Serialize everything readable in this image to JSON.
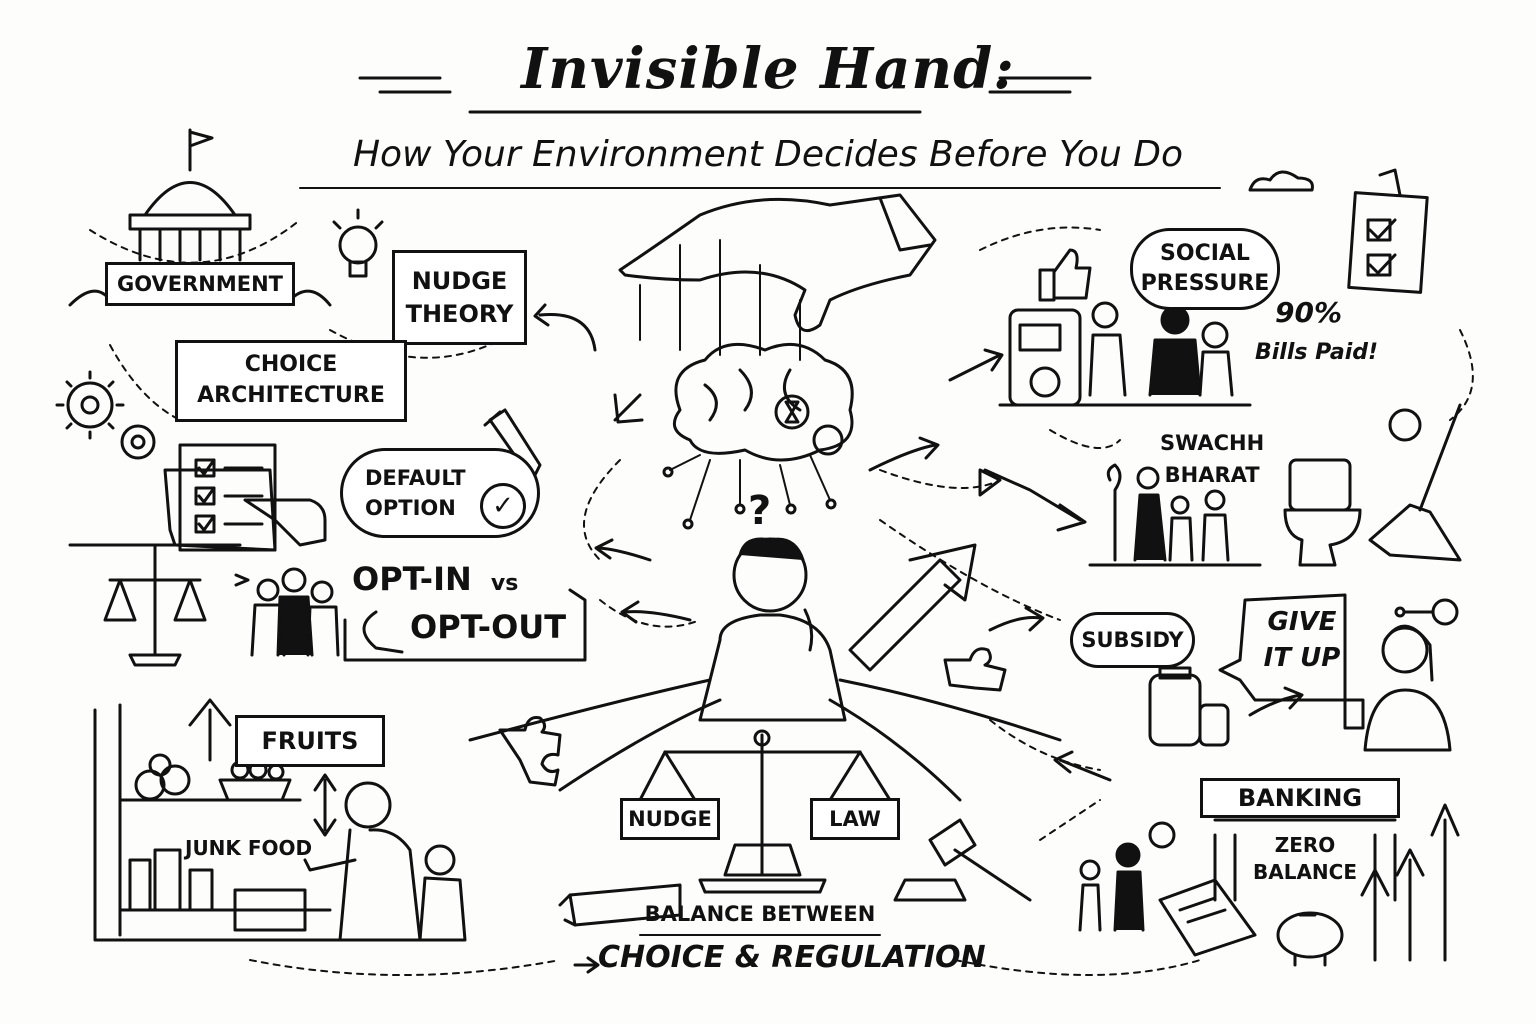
{
  "title": "Invisible Hand:",
  "subtitle": "How Your Environment Decides Before You Do",
  "left": {
    "government": "GOVERNMENT",
    "nudge_theory_line1": "NUDGE",
    "nudge_theory_line2": "THEORY",
    "choice_architecture_line1": "CHOICE",
    "choice_architecture_line2": "ARCHITECTURE",
    "default_option_line1": "DEFAULT",
    "default_option_line2": "OPTION",
    "opt_in": "OPT-IN",
    "vs": "vs",
    "opt_out": "OPT-OUT",
    "fruits": "FRUITS",
    "junk_food": "JUNK FOOD"
  },
  "center": {
    "scale_left": "NUDGE",
    "scale_right": "LAW",
    "balance_line1": "BALANCE BETWEEN",
    "balance_line2": "CHOICE & REGULATION",
    "question_mark": "?"
  },
  "right": {
    "social_pressure_line1": "SOCIAL",
    "social_pressure_line2": "PRESSURE",
    "percent": "90%",
    "bills_paid": "Bills Paid!",
    "swachh_line1": "SWACHH",
    "swachh_line2": "BHARAT",
    "subsidy": "SUBSIDY",
    "give_it_up_line1": "GIVE",
    "give_it_up_line2": "IT UP",
    "banking": "BANKING",
    "zero_balance_line1": "ZERO",
    "zero_balance_line2": "BALANCE"
  }
}
